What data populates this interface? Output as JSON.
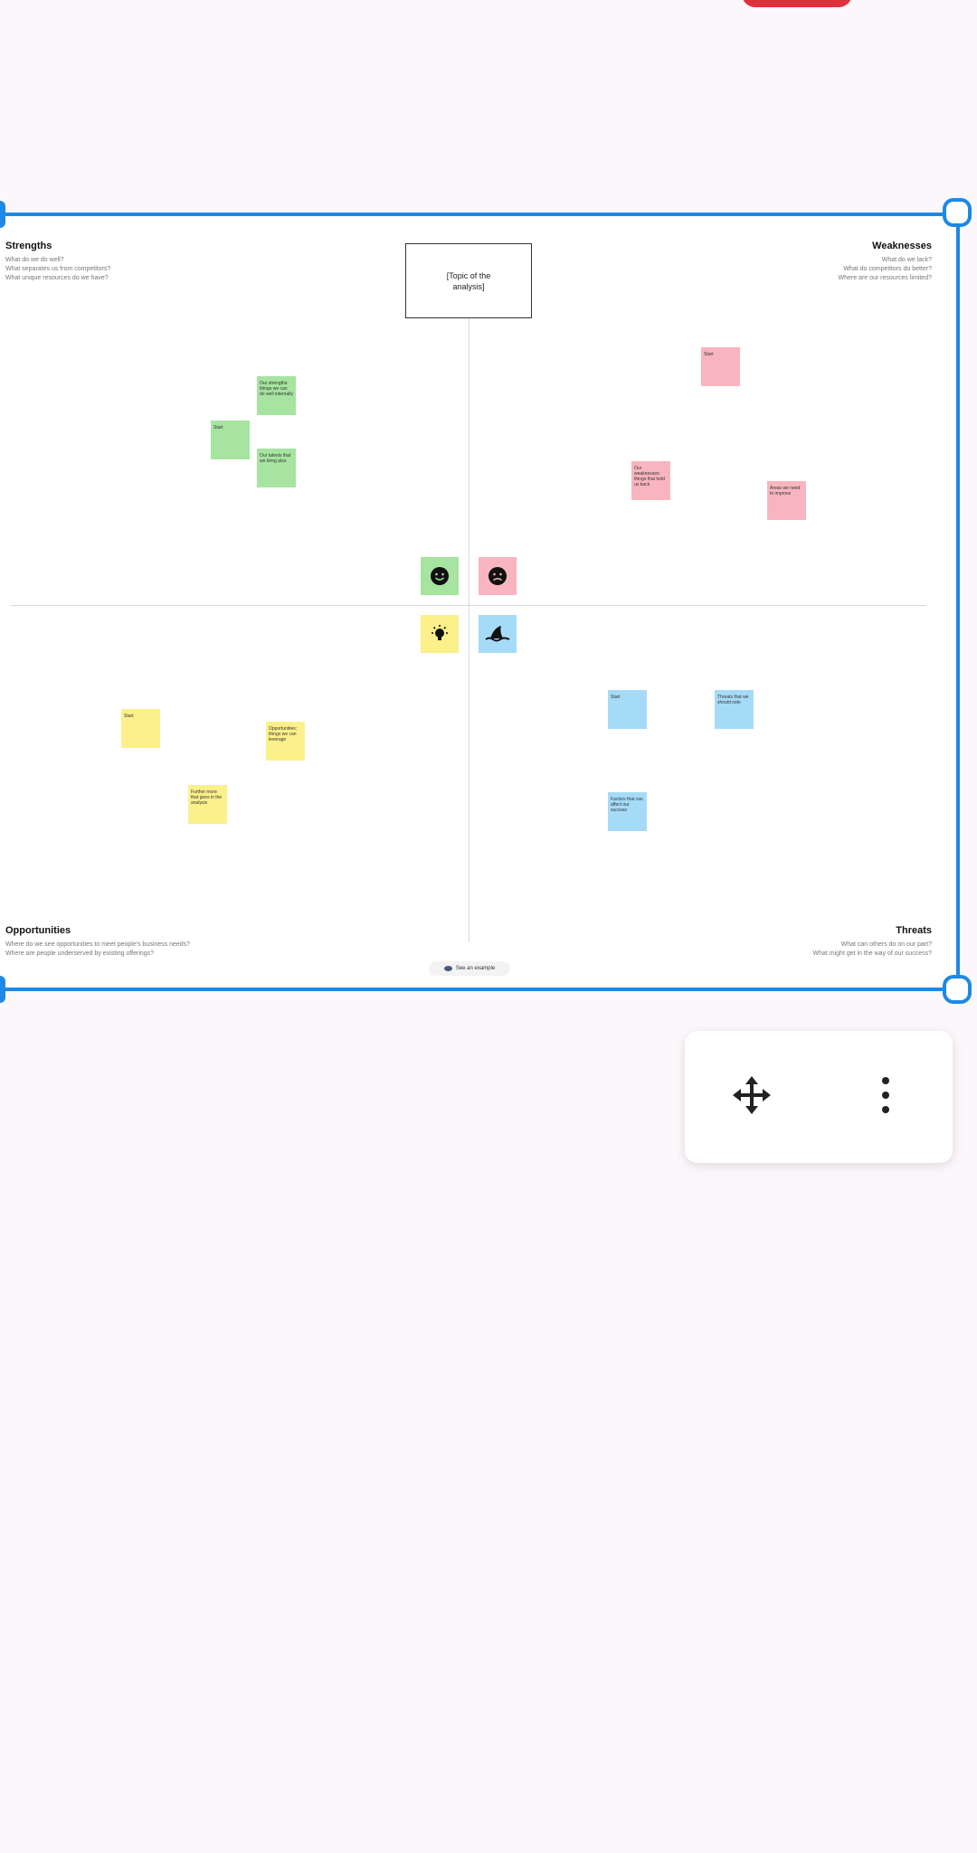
{
  "board": {
    "topic": "[Topic of the analysis]",
    "quadrants": {
      "strengths": {
        "title": "Strengths",
        "sub1": "What do we do well?",
        "sub2": "What separates us from competitors?",
        "sub3": "What unique resources do we have?"
      },
      "weaknesses": {
        "title": "Weaknesses",
        "sub1": "What do we lack?",
        "sub2": "What do competitors do better?",
        "sub3": "Where are our resources limited?"
      },
      "opportunities": {
        "title": "Opportunities",
        "sub1": "Where do we see opportunities to meet people's business needs?",
        "sub2": "Where are people underserved by existing offerings?"
      },
      "threats": {
        "title": "Threats",
        "sub1": "What can others do on our part?",
        "sub2": "What might get in the way of our success?"
      }
    },
    "notes": {
      "green1": "Our strengths: things we can do well internally",
      "green2": "Start",
      "green3": "Our talents that we bring also",
      "pink1": "Start",
      "pink2": "Our weaknesses: things that hold us back",
      "pink3": "Areas we need to improve",
      "yellow1": "Start",
      "yellow2": "Opportunities: things we can leverage",
      "yellow3": "Further more that goes in the analysis",
      "blue1": "Start",
      "blue2": "Threats that we should note",
      "blue3": "Factors that can affect our success"
    },
    "example_button": "See an example"
  },
  "toolbar": {
    "move_icon": "move-arrows-icon",
    "more_icon": "more-vertical-icon"
  },
  "colors": {
    "selection": "#1e88e5",
    "green": "#a6e4a0",
    "pink": "#f8b5bf",
    "yellow": "#fcf08a",
    "blue": "#a6dbf7"
  }
}
